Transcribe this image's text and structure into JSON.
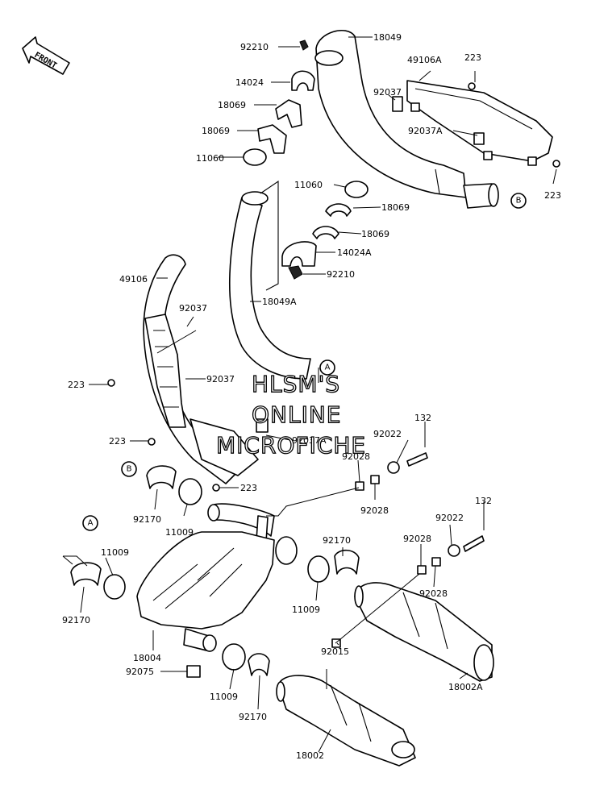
{
  "orientation": {
    "front_label": "FRONT"
  },
  "watermark": {
    "line1": "HLSM'S",
    "line2": "ONLINE",
    "line3": "MICROFICHE"
  },
  "callouts": {
    "a": "A",
    "b": "B"
  },
  "labels": {
    "p18049": "18049",
    "p92210_top": "92210",
    "p14024": "14024",
    "p18069_top1": "18069",
    "p18069_top2": "18069",
    "p11060_top": "11060",
    "p49106A": "49106A",
    "p223_top": "223",
    "p92037_top": "92037",
    "p92037A_top": "92037A",
    "p223_right": "223",
    "p11060_mid": "11060",
    "p18069_mid1": "18069",
    "p18069_mid2": "18069",
    "p14024A": "14024A",
    "p92210_mid": "92210",
    "p49106": "49106",
    "p18049A": "18049A",
    "p92037_left1": "92037",
    "p92037_left2": "92037",
    "p223_left1": "223",
    "p223_left2": "223",
    "p92037A_left": "92037A",
    "p132_top": "132",
    "p92022_top": "92022",
    "p92028_t1": "92028",
    "p92028_t2": "92028",
    "p223_mid": "223",
    "p92170_left": "92170",
    "p11009_left": "11009",
    "p132_right": "132",
    "p92022_right": "92022",
    "p92028_r1": "92028",
    "p92028_r2": "92028",
    "p11009_A": "11009",
    "p92170_A": "92170",
    "p92170_mid": "92170",
    "p11009_mid": "11009",
    "p92015": "92015",
    "p18004": "18004",
    "p92075": "92075",
    "p11009_bot": "11009",
    "p92170_bot": "92170",
    "p18002A": "18002A",
    "p18002": "18002"
  }
}
